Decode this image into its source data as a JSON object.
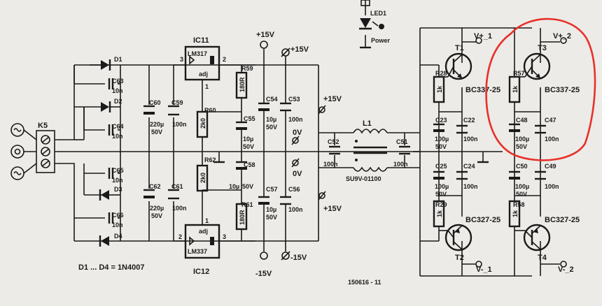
{
  "texts": {
    "led": "LED1",
    "power": "Power",
    "k5": "K5",
    "d1": "D1",
    "d2": "D2",
    "d3": "D3",
    "d4": "D4",
    "c63": "C63",
    "c64": "C64",
    "c65": "C65",
    "c66": "C66",
    "v10n": "10n",
    "c60": "C60",
    "c62": "C62",
    "c59": "C59",
    "c61": "C61",
    "v220u": "220µ",
    "v50v": "50V",
    "v100n": "100n",
    "ic11": "IC11",
    "ic12": "IC12",
    "lm317": "LM317",
    "lm337": "LM337",
    "adj": "adj",
    "pin1": "1",
    "pin2": "2",
    "pin3": "3",
    "r59": "R59",
    "r61": "R61",
    "r60": "R60",
    "r62": "R62",
    "v180r": "180R",
    "v2k0": "2k0",
    "c55": "C55",
    "c58": "C58",
    "c54": "C54",
    "c57": "C57",
    "c53": "C53",
    "c56": "C56",
    "v10u": "10µ",
    "p15": "+15V",
    "m15": "-15V",
    "zero": "0V",
    "c52": "C52",
    "c51": "C51",
    "l1": "L1",
    "su9v": "SU9V-01100",
    "t1": "T1",
    "t2": "T2",
    "t3": "T3",
    "t4": "T4",
    "bc337": "BC337-25",
    "bc327": "BC327-25",
    "r28": "R28",
    "r29": "R29",
    "r57": "R57",
    "r58": "R58",
    "v1k": "1k",
    "c23": "C23",
    "c22": "C22",
    "c25": "C25",
    "c24": "C24",
    "c48": "C48",
    "c47": "C47",
    "c50": "C50",
    "c49": "C49",
    "v100u": "100µ",
    "vp1": "V+_1",
    "vp2": "V+_2",
    "vm1": "V-_1",
    "vm2": "V-_2",
    "diodes": "D1 ... D4 = 1N4007",
    "code": "150616 - 11"
  },
  "colors": {
    "ink": "#1a1a1a",
    "paper": "#ecebe7",
    "highlight": "#e8302a"
  }
}
